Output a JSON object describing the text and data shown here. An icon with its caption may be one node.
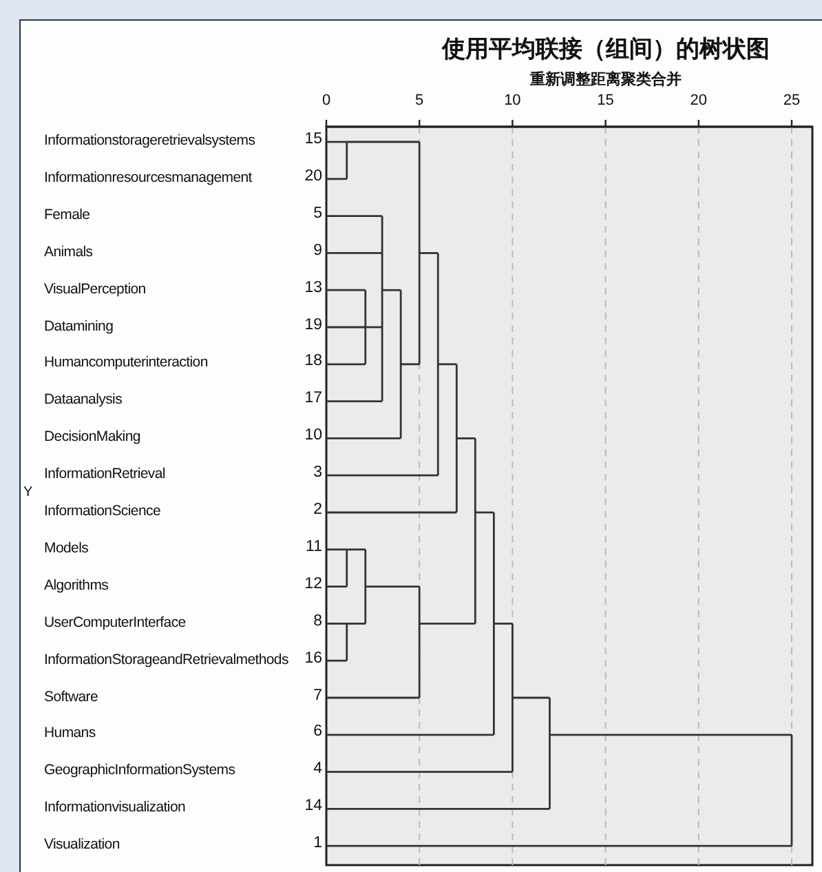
{
  "diagram": {
    "title": "使用平均联接（组间）的树状图",
    "labels": [
      "重新调整距离聚类合并",
      "0",
      "5",
      "10",
      "15",
      "20",
      "25",
      "Y",
      "Informationstorageretrievalsystems",
      "15",
      "Informationresourcesmanagement",
      "20",
      "Female",
      "5",
      "Animals",
      "9",
      "VisualPerception",
      "13",
      "Datamining",
      "19",
      "Humancomputerinteraction",
      "18",
      "Dataanalysis",
      "17",
      "DecisionMaking",
      "10",
      "InformationRetrieval",
      "3",
      "InformationScience",
      "2",
      "Models",
      "11",
      "Algorithms",
      "12",
      "UserComputerInterface",
      "8",
      "InformationStorageandRetrievalmethods",
      "16",
      "Software",
      "7",
      "Humans",
      "6",
      "GeographicInformationSystems",
      "4",
      "Informationvisualization",
      "14",
      "Visualization",
      "1"
    ]
  }
}
